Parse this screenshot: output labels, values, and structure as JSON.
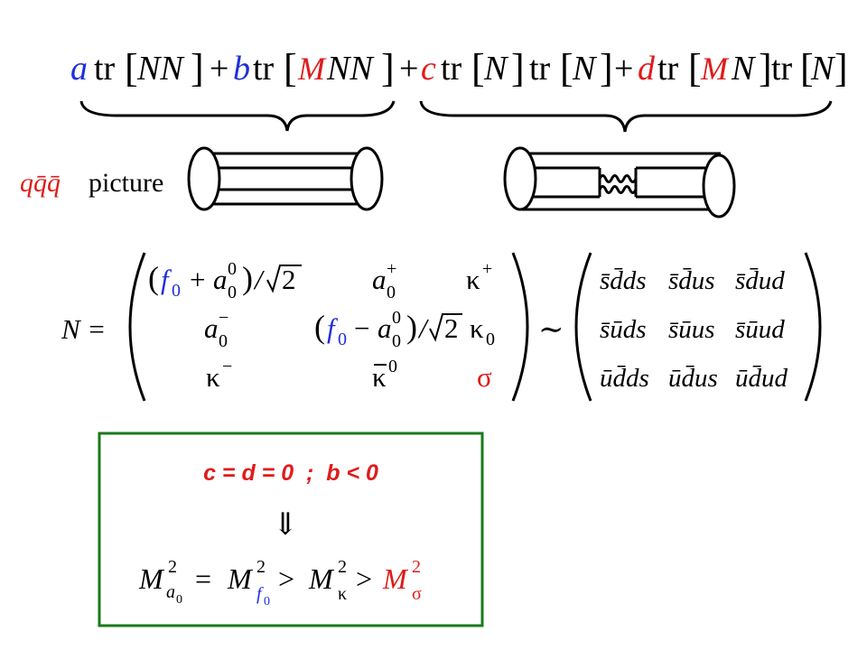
{
  "colors": {
    "blue": "#1f2fd8",
    "red": "#e01b1b",
    "black": "#000000",
    "green_border": "#1a7a1a"
  },
  "formula": {
    "coef_a": "a",
    "coef_b": "b",
    "coef_c": "c",
    "coef_d": "d",
    "tr": "tr",
    "nn": "NN",
    "n": "N",
    "calM": "M",
    "plus": "+"
  },
  "picture_label": {
    "quarks": "qq̄q̄",
    "quark_last": "q̄",
    "word": "picture"
  },
  "matrix_N": {
    "lhs": "N =",
    "rows": [
      [
        "(f0 + a0^0)/√2",
        "a0^+",
        "κ^+"
      ],
      [
        "a0^-",
        "(f0 − a0^0)/√2",
        "κ0"
      ],
      [
        "κ^-",
        "κ̄^0",
        "σ"
      ]
    ],
    "f0": "f",
    "f0_sub": "0",
    "a": "a",
    "a_sub": "0",
    "sup0": "0",
    "supplus": "+",
    "supminus": "−",
    "kappa": "κ",
    "sigma": "σ",
    "sqrt2": "2",
    "slash": "/",
    "sim": "∼"
  },
  "matrix_quark": {
    "rows": [
      [
        "s̄d̄ds",
        "s̄d̄us",
        "s̄d̄ud"
      ],
      [
        "s̄ūds",
        "s̄ūus",
        "s̄ūud"
      ],
      [
        "ūd̄ds",
        "ūd̄us",
        "ūd̄ud"
      ]
    ]
  },
  "condition_box": {
    "condition": "c = d = 0  ;  b < 0",
    "arrow": "⇓",
    "mass": "M",
    "sup2": "2",
    "sub_a0": "a",
    "sub_f0": "f",
    "sub_kappa": "κ",
    "sub_sigma": "σ",
    "eq": "=",
    "gt": ">"
  }
}
